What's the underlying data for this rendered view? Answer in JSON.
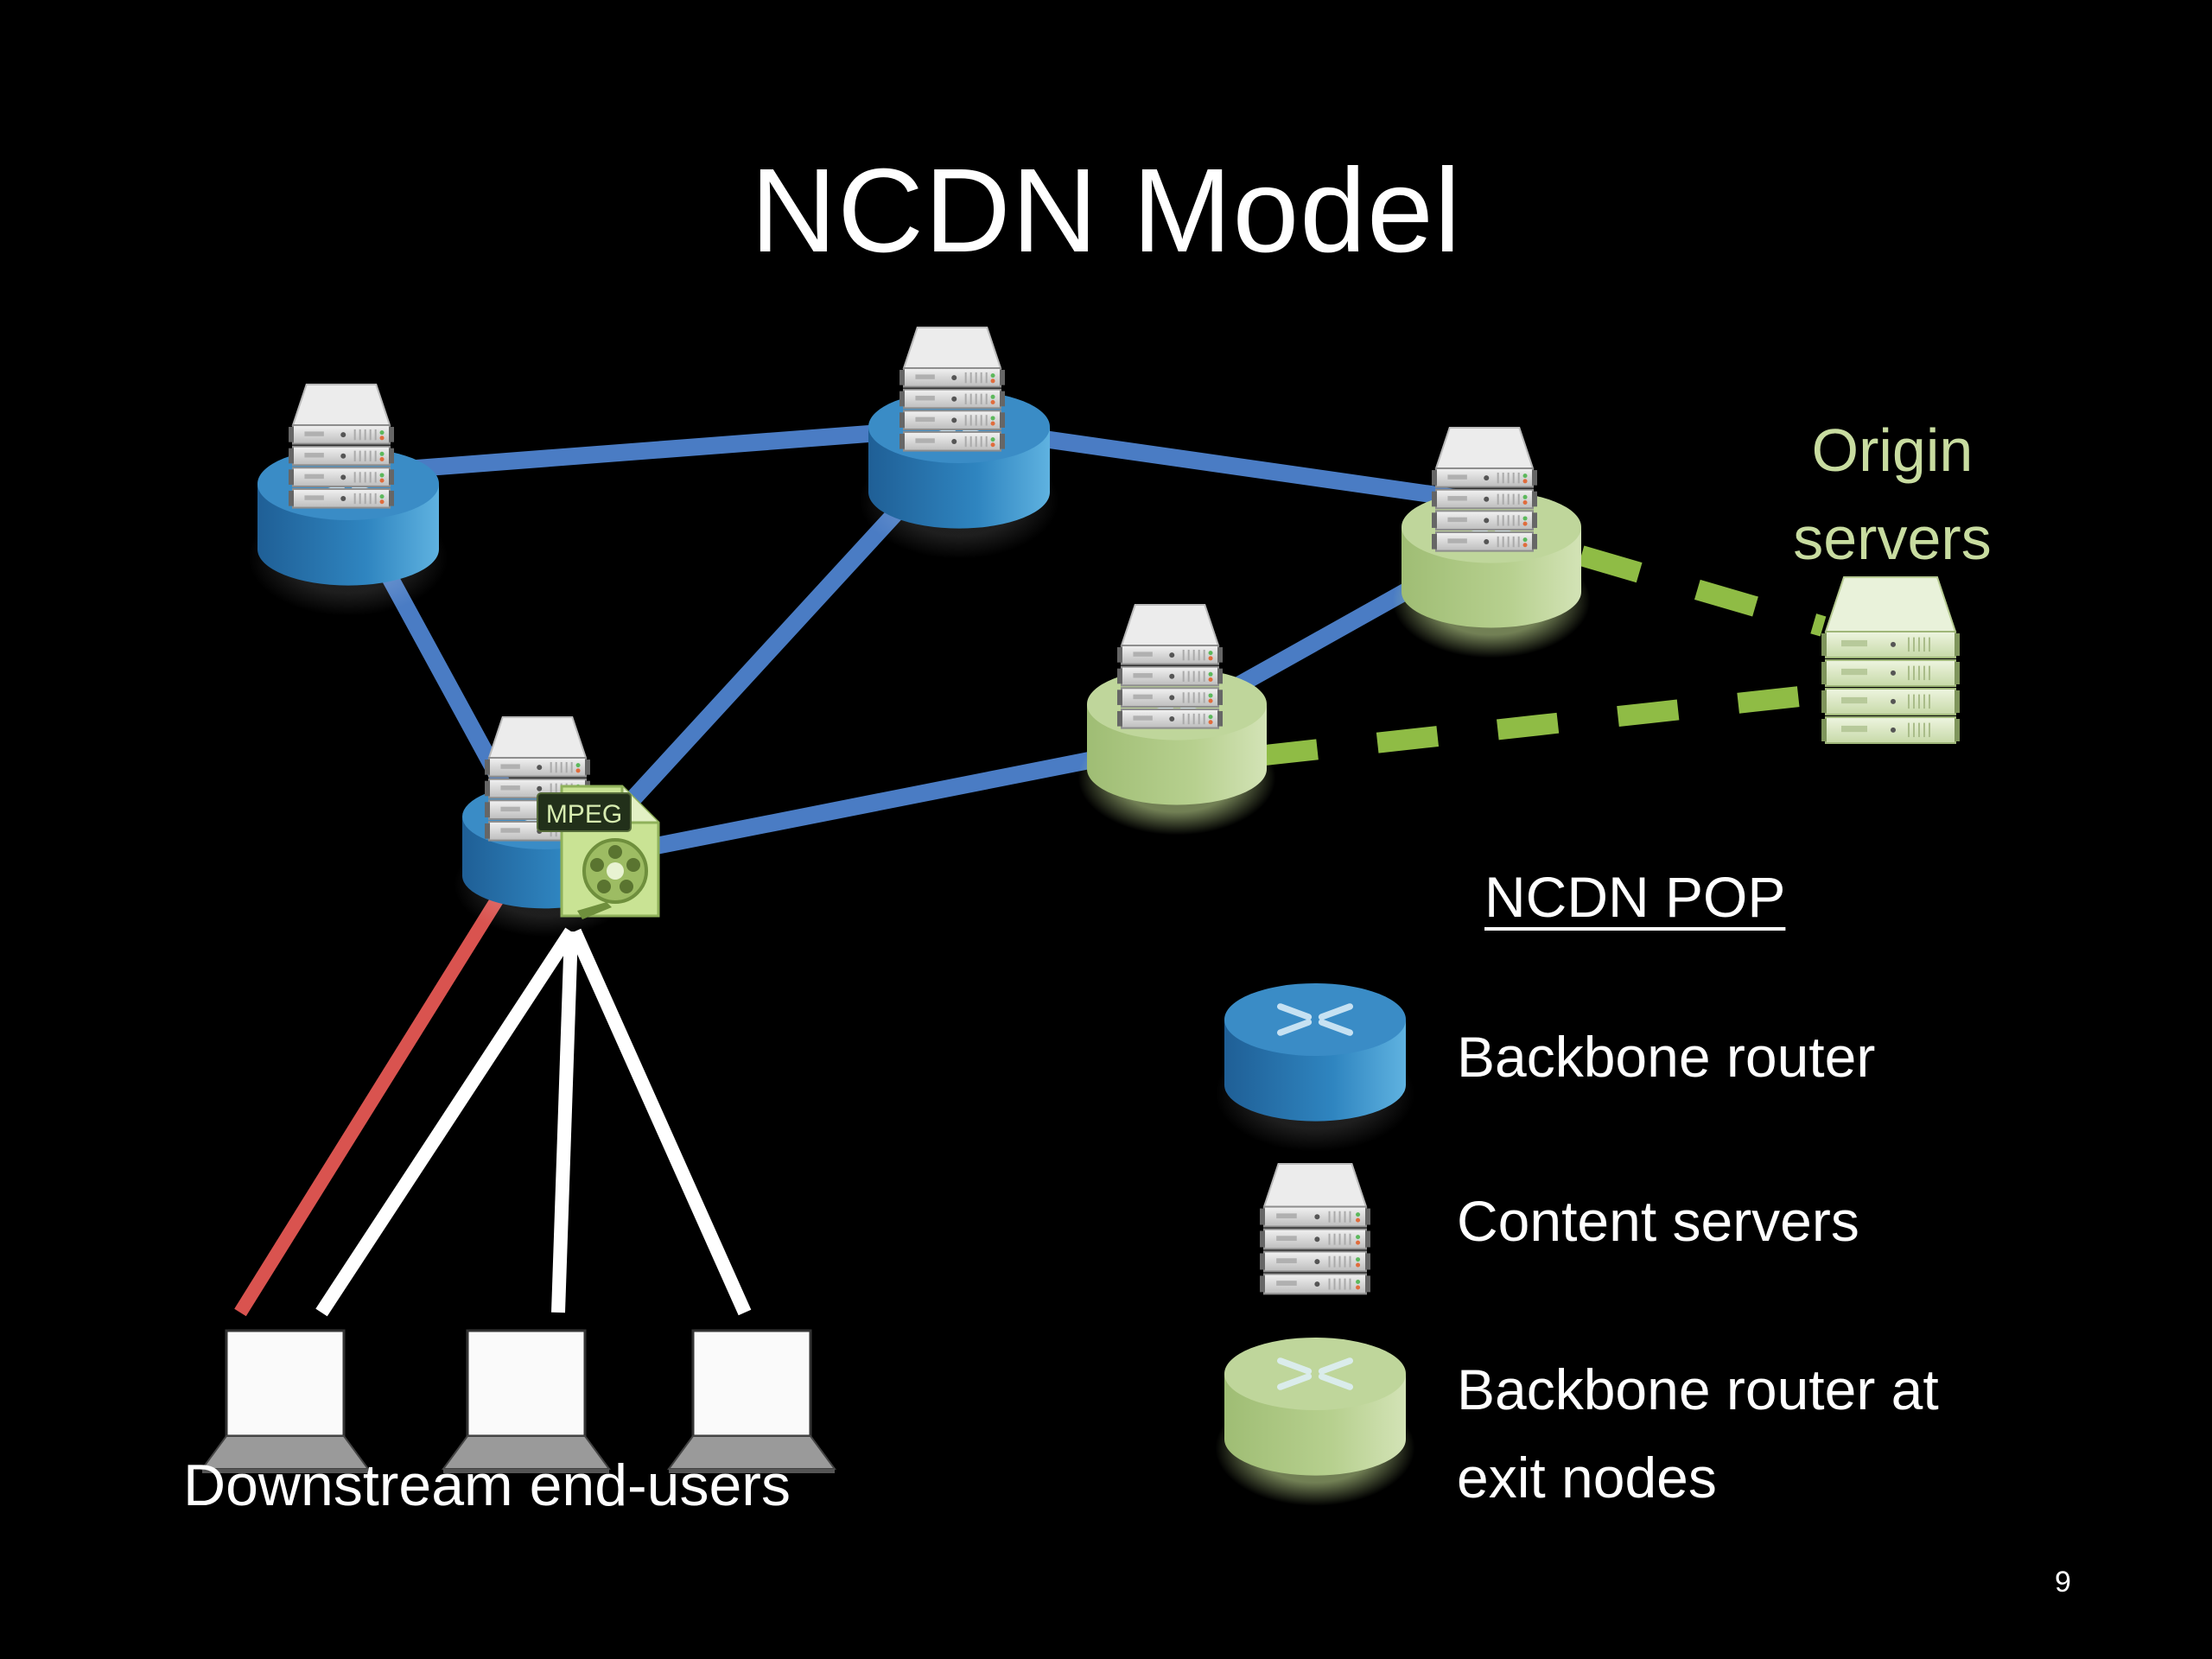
{
  "slide": {
    "title": "NCDN Model",
    "page_number": "9"
  },
  "colors": {
    "background": "#000000",
    "backbone_link": "#4a7cc4",
    "exit_link": "#8fbc45",
    "highlight_link": "#d9534f",
    "user_link": "#ffffff",
    "backbone_router": "#2e7db8",
    "exit_router": "#b6cf8e",
    "origin_text": "#c8dca0"
  },
  "diagram": {
    "origin_label_line1": "Origin",
    "origin_label_line2": "servers",
    "users_label": "Downstream end-users",
    "mpeg_label": "MPEG",
    "nodes": [
      {
        "id": "pop-a",
        "type": "backbone_router",
        "has_content_servers": true
      },
      {
        "id": "pop-b",
        "type": "backbone_router",
        "has_content_servers": true
      },
      {
        "id": "pop-c",
        "type": "exit_router",
        "has_content_servers": true
      },
      {
        "id": "pop-d",
        "type": "exit_router",
        "has_content_servers": true
      },
      {
        "id": "pop-e",
        "type": "backbone_router",
        "has_content_servers": true,
        "has_mpeg_file": true
      },
      {
        "id": "origin",
        "type": "origin_server"
      },
      {
        "id": "user-1",
        "type": "laptop"
      },
      {
        "id": "user-2",
        "type": "laptop"
      },
      {
        "id": "user-3",
        "type": "laptop"
      }
    ],
    "links": [
      {
        "from": "pop-a",
        "to": "pop-b",
        "style": "backbone"
      },
      {
        "from": "pop-b",
        "to": "pop-c",
        "style": "backbone"
      },
      {
        "from": "pop-a",
        "to": "pop-e",
        "style": "backbone"
      },
      {
        "from": "pop-b",
        "to": "pop-e",
        "style": "backbone"
      },
      {
        "from": "pop-e",
        "to": "pop-d",
        "style": "backbone"
      },
      {
        "from": "pop-d",
        "to": "pop-c",
        "style": "backbone"
      },
      {
        "from": "pop-c",
        "to": "origin",
        "style": "exit-dashed"
      },
      {
        "from": "pop-d",
        "to": "origin",
        "style": "exit-dashed"
      },
      {
        "from": "pop-e",
        "to": "user-1",
        "style": "highlight"
      },
      {
        "from": "pop-e",
        "to": "user-1",
        "style": "user"
      },
      {
        "from": "pop-e",
        "to": "user-2",
        "style": "user"
      },
      {
        "from": "pop-e",
        "to": "user-3",
        "style": "user"
      }
    ]
  },
  "legend": {
    "title": "NCDN POP",
    "items": [
      {
        "icon": "backbone-router-icon",
        "label": "Backbone router"
      },
      {
        "icon": "content-servers-icon",
        "label": "Content servers"
      },
      {
        "icon": "exit-router-icon",
        "label_line1": "Backbone router at",
        "label_line2": "exit nodes"
      }
    ]
  }
}
